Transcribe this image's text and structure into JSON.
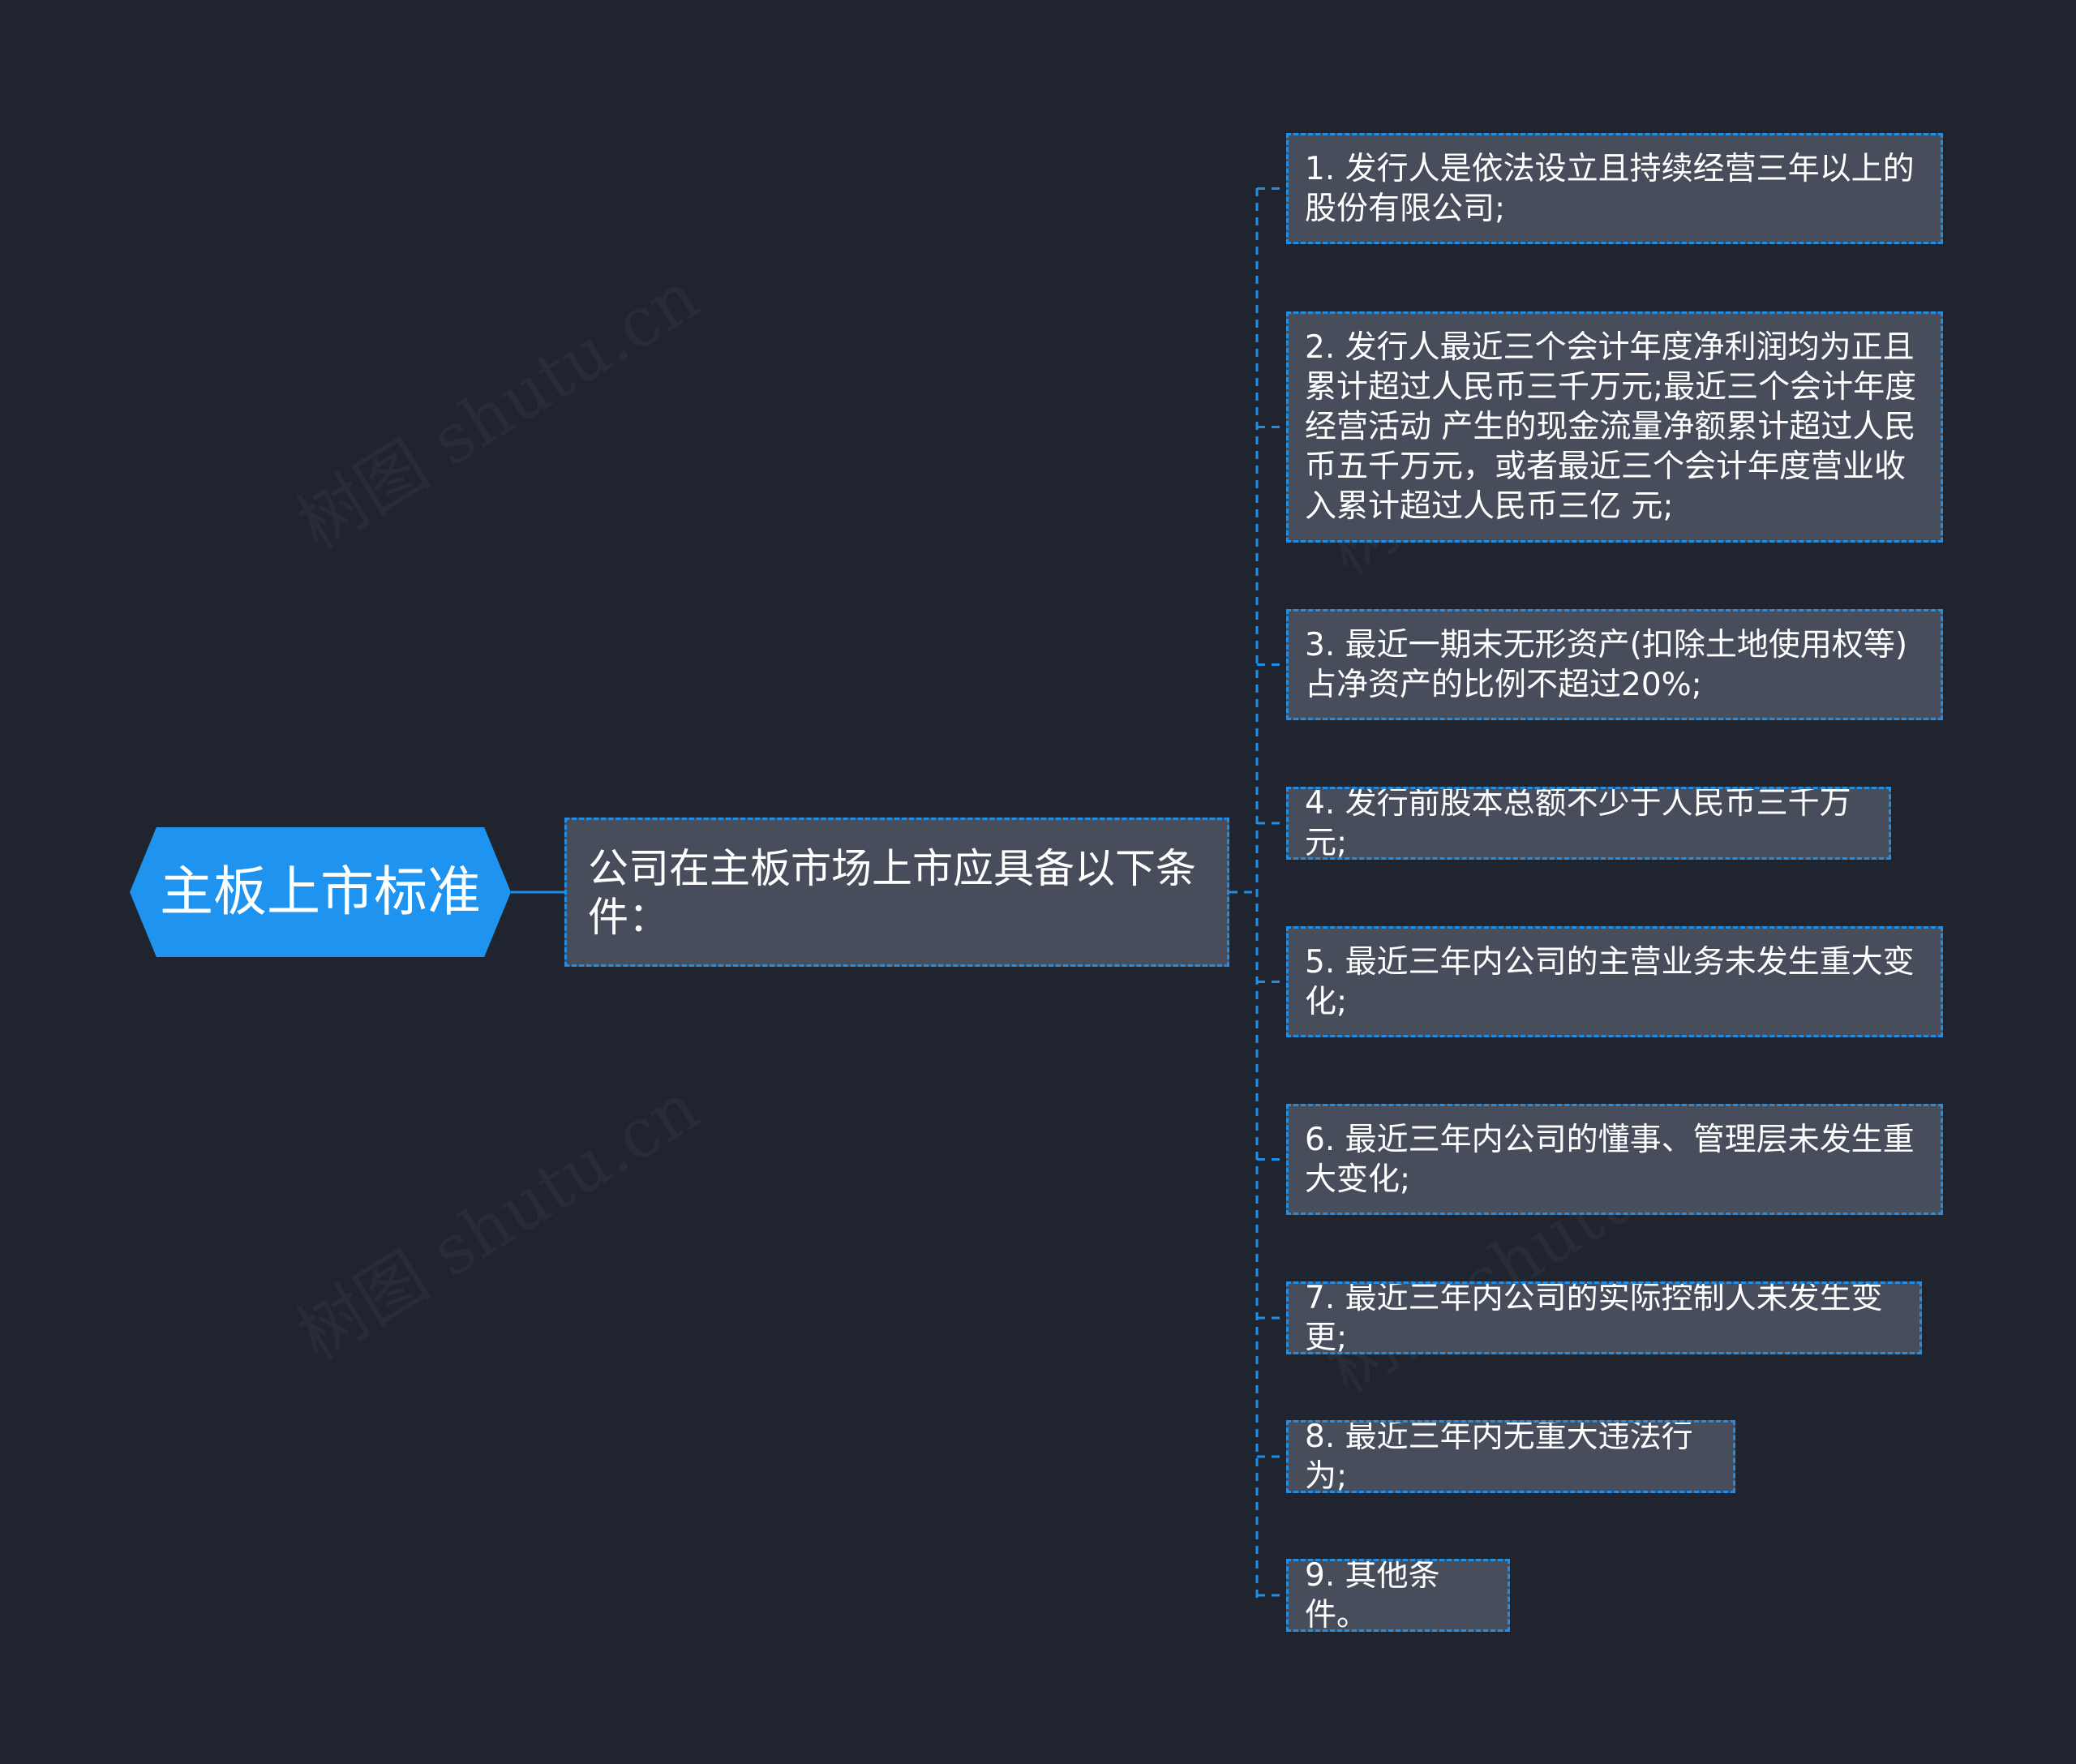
{
  "diagram": {
    "root": {
      "label": "主板上市标准"
    },
    "branch": {
      "label": "公司在主板市场上市应具备以下条件："
    },
    "conditions": [
      {
        "label": "1. 发行人是依法设立且持续经营三年以上的股份有限公司;"
      },
      {
        "label": "2. 发行人最近三个会计年度净利润均为正且累计超过人民币三千万元;最近三个会计年度经营活动 产生的现金流量净额累计超过人民币五千万元，或者最近三个会计年度营业收入累计超过人民币三亿 元;"
      },
      {
        "label": "3. 最近一期末无形资产(扣除土地使用权等)占净资产的比例不超过20%;"
      },
      {
        "label": "4. 发行前股本总额不少于人民币三千万元;"
      },
      {
        "label": "5. 最近三年内公司的主营业务未发生重大变化;"
      },
      {
        "label": "6. 最近三年内公司的懂事、管理层未发生重大变化;"
      },
      {
        "label": "7. 最近三年内公司的实际控制人未发生变更;"
      },
      {
        "label": "8. 最近三年内无重大违法行为;"
      },
      {
        "label": "9. 其他条件。"
      }
    ]
  },
  "watermark": "树图 shutu.cn",
  "colors": {
    "background": "#20242f",
    "root_fill": "#1e94f0",
    "node_fill": "#474d5b",
    "connector": "#1e8fe8",
    "text": "#ffffff"
  }
}
